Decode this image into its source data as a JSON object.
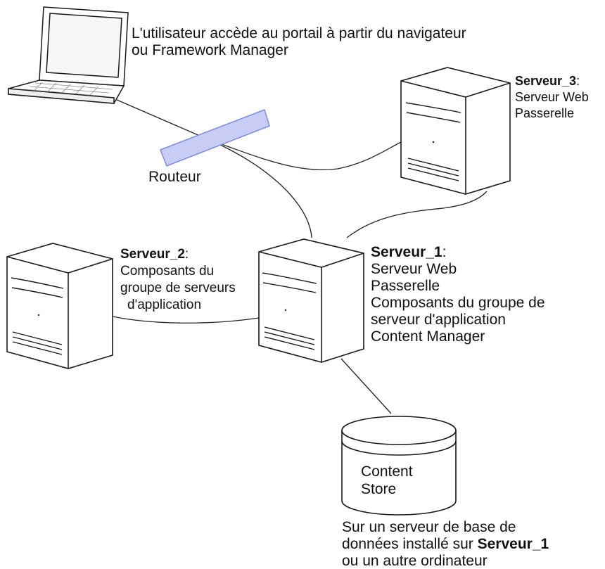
{
  "diagram": {
    "user_caption": {
      "line1": "L'utilisateur accède au portail à partir du navigateur",
      "line2": "ou Framework Manager"
    },
    "router_label": "Routeur",
    "server3": {
      "name": "Serveur_3",
      "colon": ":",
      "roles": [
        "Serveur Web",
        "Passerelle"
      ]
    },
    "server2": {
      "name": "Serveur_2",
      "colon": ":",
      "roles": [
        "Composants du",
        "groupe de serveurs",
        "d'application"
      ]
    },
    "server1": {
      "name": "Serveur_1",
      "colon": ":",
      "roles": [
        "Serveur Web",
        "Passerelle",
        "Composants du groupe de",
        "serveur d'application",
        "Content Manager"
      ]
    },
    "content_store": {
      "label_line1": "Content",
      "label_line2": "Store"
    },
    "db_caption": {
      "line1": "Sur un serveur de base de",
      "line2_prefix": "données installé sur ",
      "line2_bold": "Serveur_1",
      "line3": "ou un autre ordinateur"
    }
  },
  "colors": {
    "line": "#222222",
    "router_fill": "#c7cdf4",
    "router_stroke": "#7f8bd6",
    "device_fill": "#ffffff",
    "device_stroke": "#1a1a1a"
  },
  "icons": [
    "laptop-icon",
    "router-icon",
    "server-tower-icon",
    "database-cylinder-icon"
  ]
}
